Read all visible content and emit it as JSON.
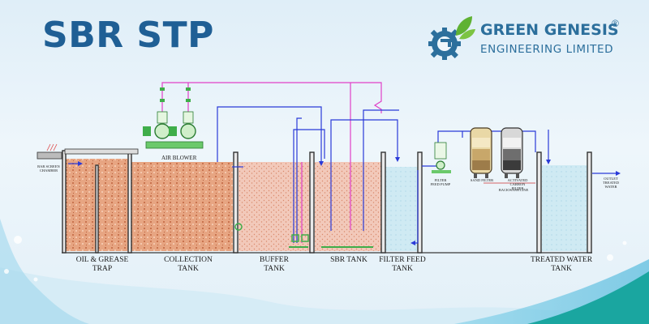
{
  "header": {
    "title": "SBR STP"
  },
  "logo": {
    "name": "GREEN GENESIS",
    "registered_mark": "®",
    "subtitle": "ENGINEERING LIMITED",
    "mark_icon": "gear-tap-leaf-icon"
  },
  "diagram": {
    "air_blower_label": "AIR BLOWER",
    "bar_screen_label": "BAR SCREEN\nCHAMBER",
    "tank_labels": [
      "OIL & GREASE\nTRAP",
      "COLLECTION\nTANK",
      "BUFFER\nTANK",
      "SBR TANK",
      "FILTER FEED\nTANK",
      "TREATED WATER\nTANK"
    ],
    "filter_feed_pump_label": "FILTER\nFEED PUMP",
    "sand_filter_label": "SAND FILTER",
    "carbon_filter_label": "ACTIVATED CARBON\nFILTER",
    "backwash_label": "BACKWASH LINE",
    "outlet_label": "OUTLET\nTREATED\nWATER"
  },
  "colors": {
    "title": "#1f5f95",
    "logo_text": "#2c6f9c",
    "logo_green": "#5fb233",
    "air_line": "#e040c8",
    "water_line": "#2a3ad8",
    "sludge_fill": "#e6a07d",
    "clear_water_fill": "#bfe4f0",
    "pump_green": "#3fae4a",
    "wave_teal": "#1aa6a0"
  }
}
